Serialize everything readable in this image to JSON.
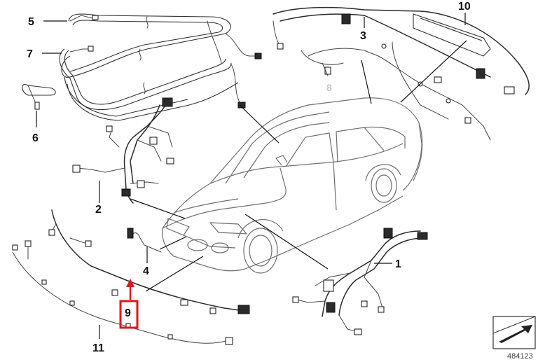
{
  "callouts": [
    {
      "id": "1",
      "text": "1"
    },
    {
      "id": "2",
      "text": "2"
    },
    {
      "id": "3",
      "text": "3"
    },
    {
      "id": "4",
      "text": "4"
    },
    {
      "id": "5",
      "text": "5"
    },
    {
      "id": "6",
      "text": "6"
    },
    {
      "id": "7",
      "text": "7"
    },
    {
      "id": "8",
      "text": "8"
    },
    {
      "id": "9",
      "text": "9"
    },
    {
      "id": "10",
      "text": "10"
    },
    {
      "id": "11",
      "text": "11"
    }
  ],
  "highlight": {
    "callout": "9",
    "color": "#e3141b"
  },
  "document_number": "484123",
  "icons": {
    "corner": "sheet-fold-icon"
  }
}
